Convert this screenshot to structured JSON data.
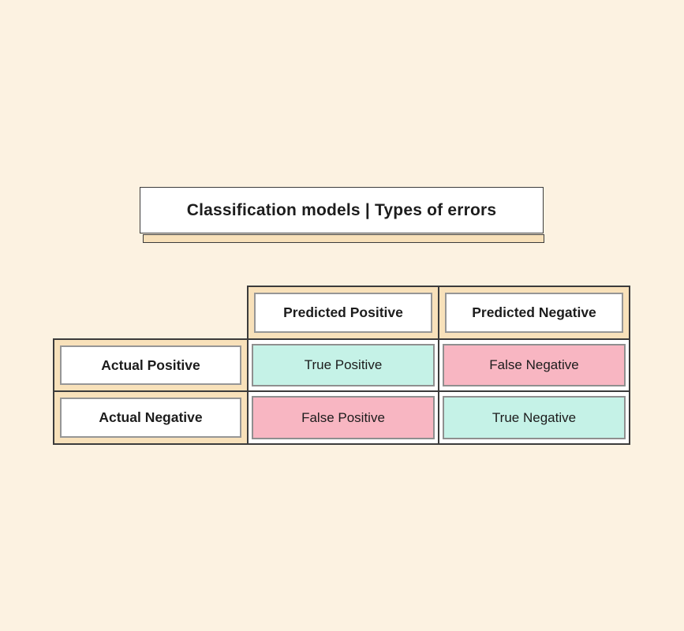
{
  "title": "Classification models | Types of errors",
  "colors": {
    "background": "#fcf2e1",
    "peach": "#f8e1ba",
    "mint": "#c5f2e7",
    "pink": "#f8b6c2",
    "border_dark": "#3b3b3b",
    "border_gray": "#8f8f8f",
    "text": "#1c1c1c"
  },
  "matrix": {
    "col_headers": [
      "Predicted Positive",
      "Predicted Negative"
    ],
    "row_headers": [
      "Actual Positive",
      "Actual Negative"
    ],
    "cells": [
      [
        {
          "label": "True Positive",
          "tone": "mint"
        },
        {
          "label": "False Negative",
          "tone": "pink"
        }
      ],
      [
        {
          "label": "False Positive",
          "tone": "pink"
        },
        {
          "label": "True Negative",
          "tone": "mint"
        }
      ]
    ]
  }
}
